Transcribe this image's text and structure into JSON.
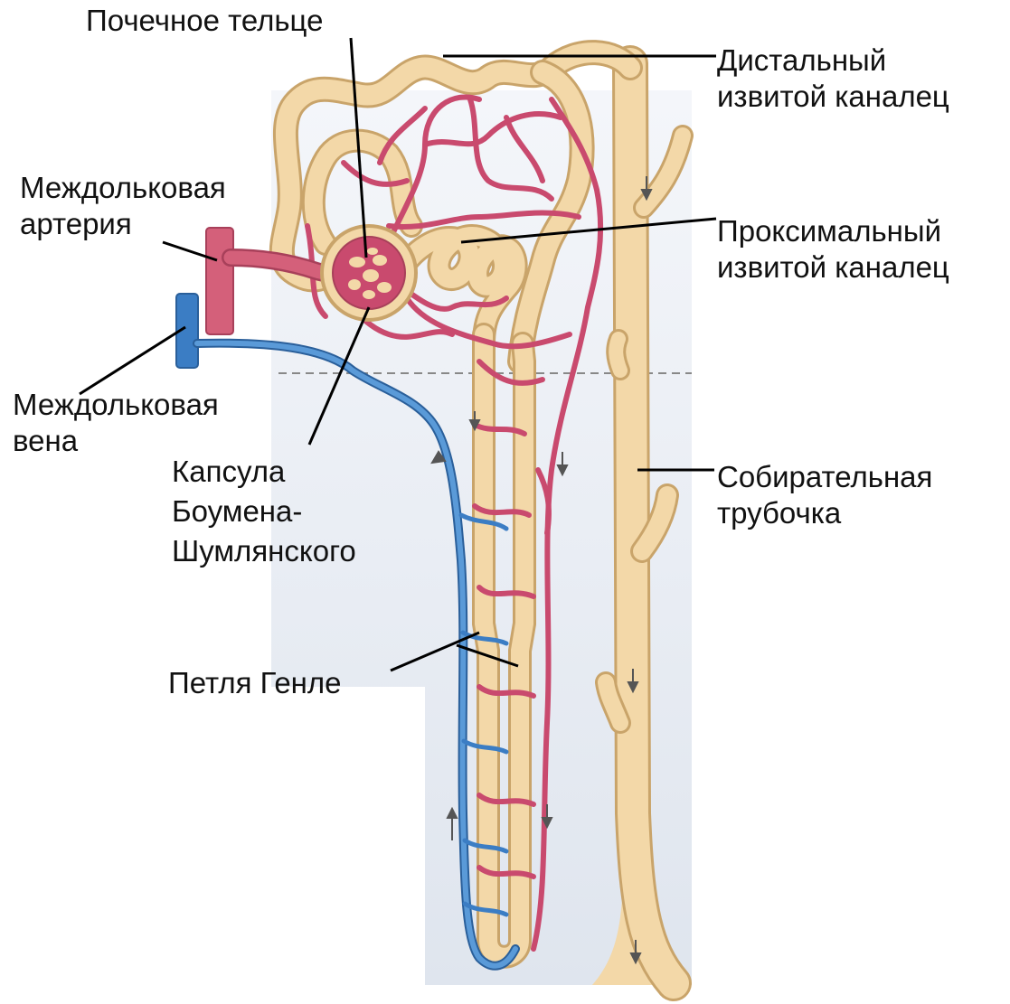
{
  "labels": {
    "renal_corpuscle": "Почечное тельце",
    "distal_tubule": [
      "Дистальный",
      "извитой каналец"
    ],
    "interlobular_artery": [
      "Междольковая",
      "артерия"
    ],
    "proximal_tubule": [
      "Проксимальный",
      "извитой каналец"
    ],
    "interlobular_vein": [
      "Междольковая",
      "вена"
    ],
    "bowman_capsule": [
      "Капсула",
      "Боумена-",
      "Шумлянского"
    ],
    "collecting_duct": [
      "Собирательная",
      "трубочка"
    ],
    "loop_of_henle": "Петля Генле"
  },
  "colors": {
    "tubule_fill": "#f3d8a8",
    "tubule_outline": "#c9a46a",
    "artery": "#d4607a",
    "capillary": "#c94a6e",
    "vein": "#3b7dc4",
    "background_panel": "#e4e9f1",
    "leader_line": "#000000",
    "boundary_dash": "#888888"
  }
}
